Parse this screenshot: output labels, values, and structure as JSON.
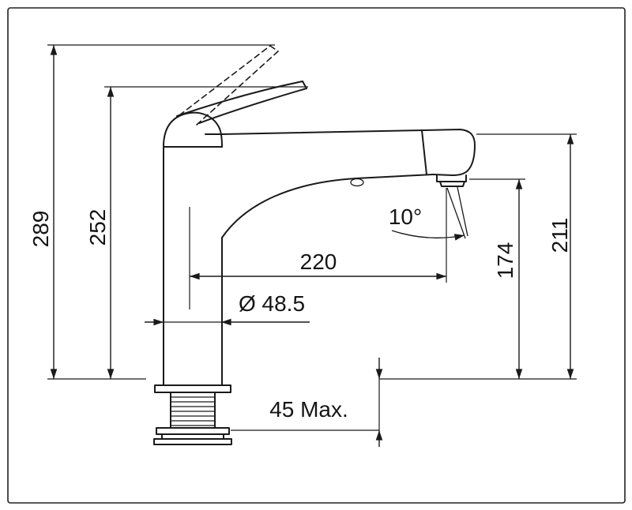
{
  "colors": {
    "line": "#1a1a1a",
    "background": "#ffffff"
  },
  "dimensions": {
    "total_height": "289",
    "handle_height": "252",
    "spout_reach": "220",
    "base_diameter": "Ø 48.5",
    "spray_angle": "10°",
    "aerator_height": "174",
    "spout_height": "211",
    "deck_thickness": "45 Max."
  }
}
